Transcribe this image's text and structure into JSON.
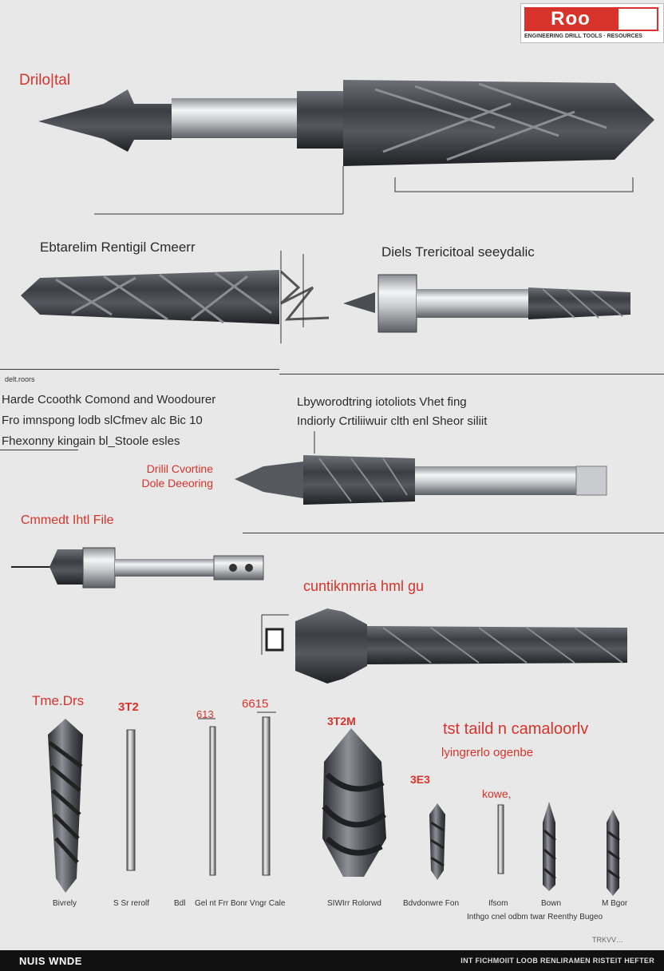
{
  "logo": {
    "text": "Roo",
    "subtitle": "ENGINEERING DRILL TOOLS · RESOURCES"
  },
  "titles": {
    "digital": "Drilo|tal",
    "extraction": "Ebtarelim Rentigil Cmeerr",
    "diels": "Diels Trericitoal seeydalic",
    "section_head": "delt.roors",
    "left_block": [
      "Harde Ccoothk Comond and Woodourer",
      "Fro imnspong lodb slCfmev alc Bic 10",
      "Fhexonny kingain bl_Stoole esles"
    ],
    "right_block": [
      "Lbyworodtring iotoliots Vhet fing",
      "Indiorly Crtiliiwuir clth enl Sheor siliit"
    ],
    "drill_overtine": [
      "Drilil Cvortine",
      "Dole Deeoring"
    ],
    "cmmedt": "Cmmedt Ihtl File",
    "cunticmria": "cuntiknmria hml gu",
    "tme_drs": "Tme.Drs",
    "tst_taild": "tst taild n camaloorlv",
    "lying": "lyingrerlo ogenbe",
    "kowe": "kowe,"
  },
  "measure_labels": [
    "3T2",
    "613",
    "6615",
    "3T2M",
    "3E3"
  ],
  "bottom_labels": [
    "Bivrely",
    "S  Sr rerolf",
    "Bdl",
    "Gel  nt Frr Bonr  Vngr Cale",
    "SIWIrr Rolorwd",
    "Bdvdonwre Fon",
    "Ifsom",
    "Bown",
    "M Bgor"
  ],
  "bottom_note": "Inthgo cnel odbm twar Reenthy Bugeo",
  "tiny_mark": "TRKVV…",
  "footer": {
    "left": "NUIS WNDE",
    "right": "INT FICHMOIIT LOOB RENLIRAMEN RISTEIT HEFTER"
  },
  "colors": {
    "accent": "#d8332a",
    "steel": "#4a4d52",
    "chrome": "#d5d7da"
  }
}
